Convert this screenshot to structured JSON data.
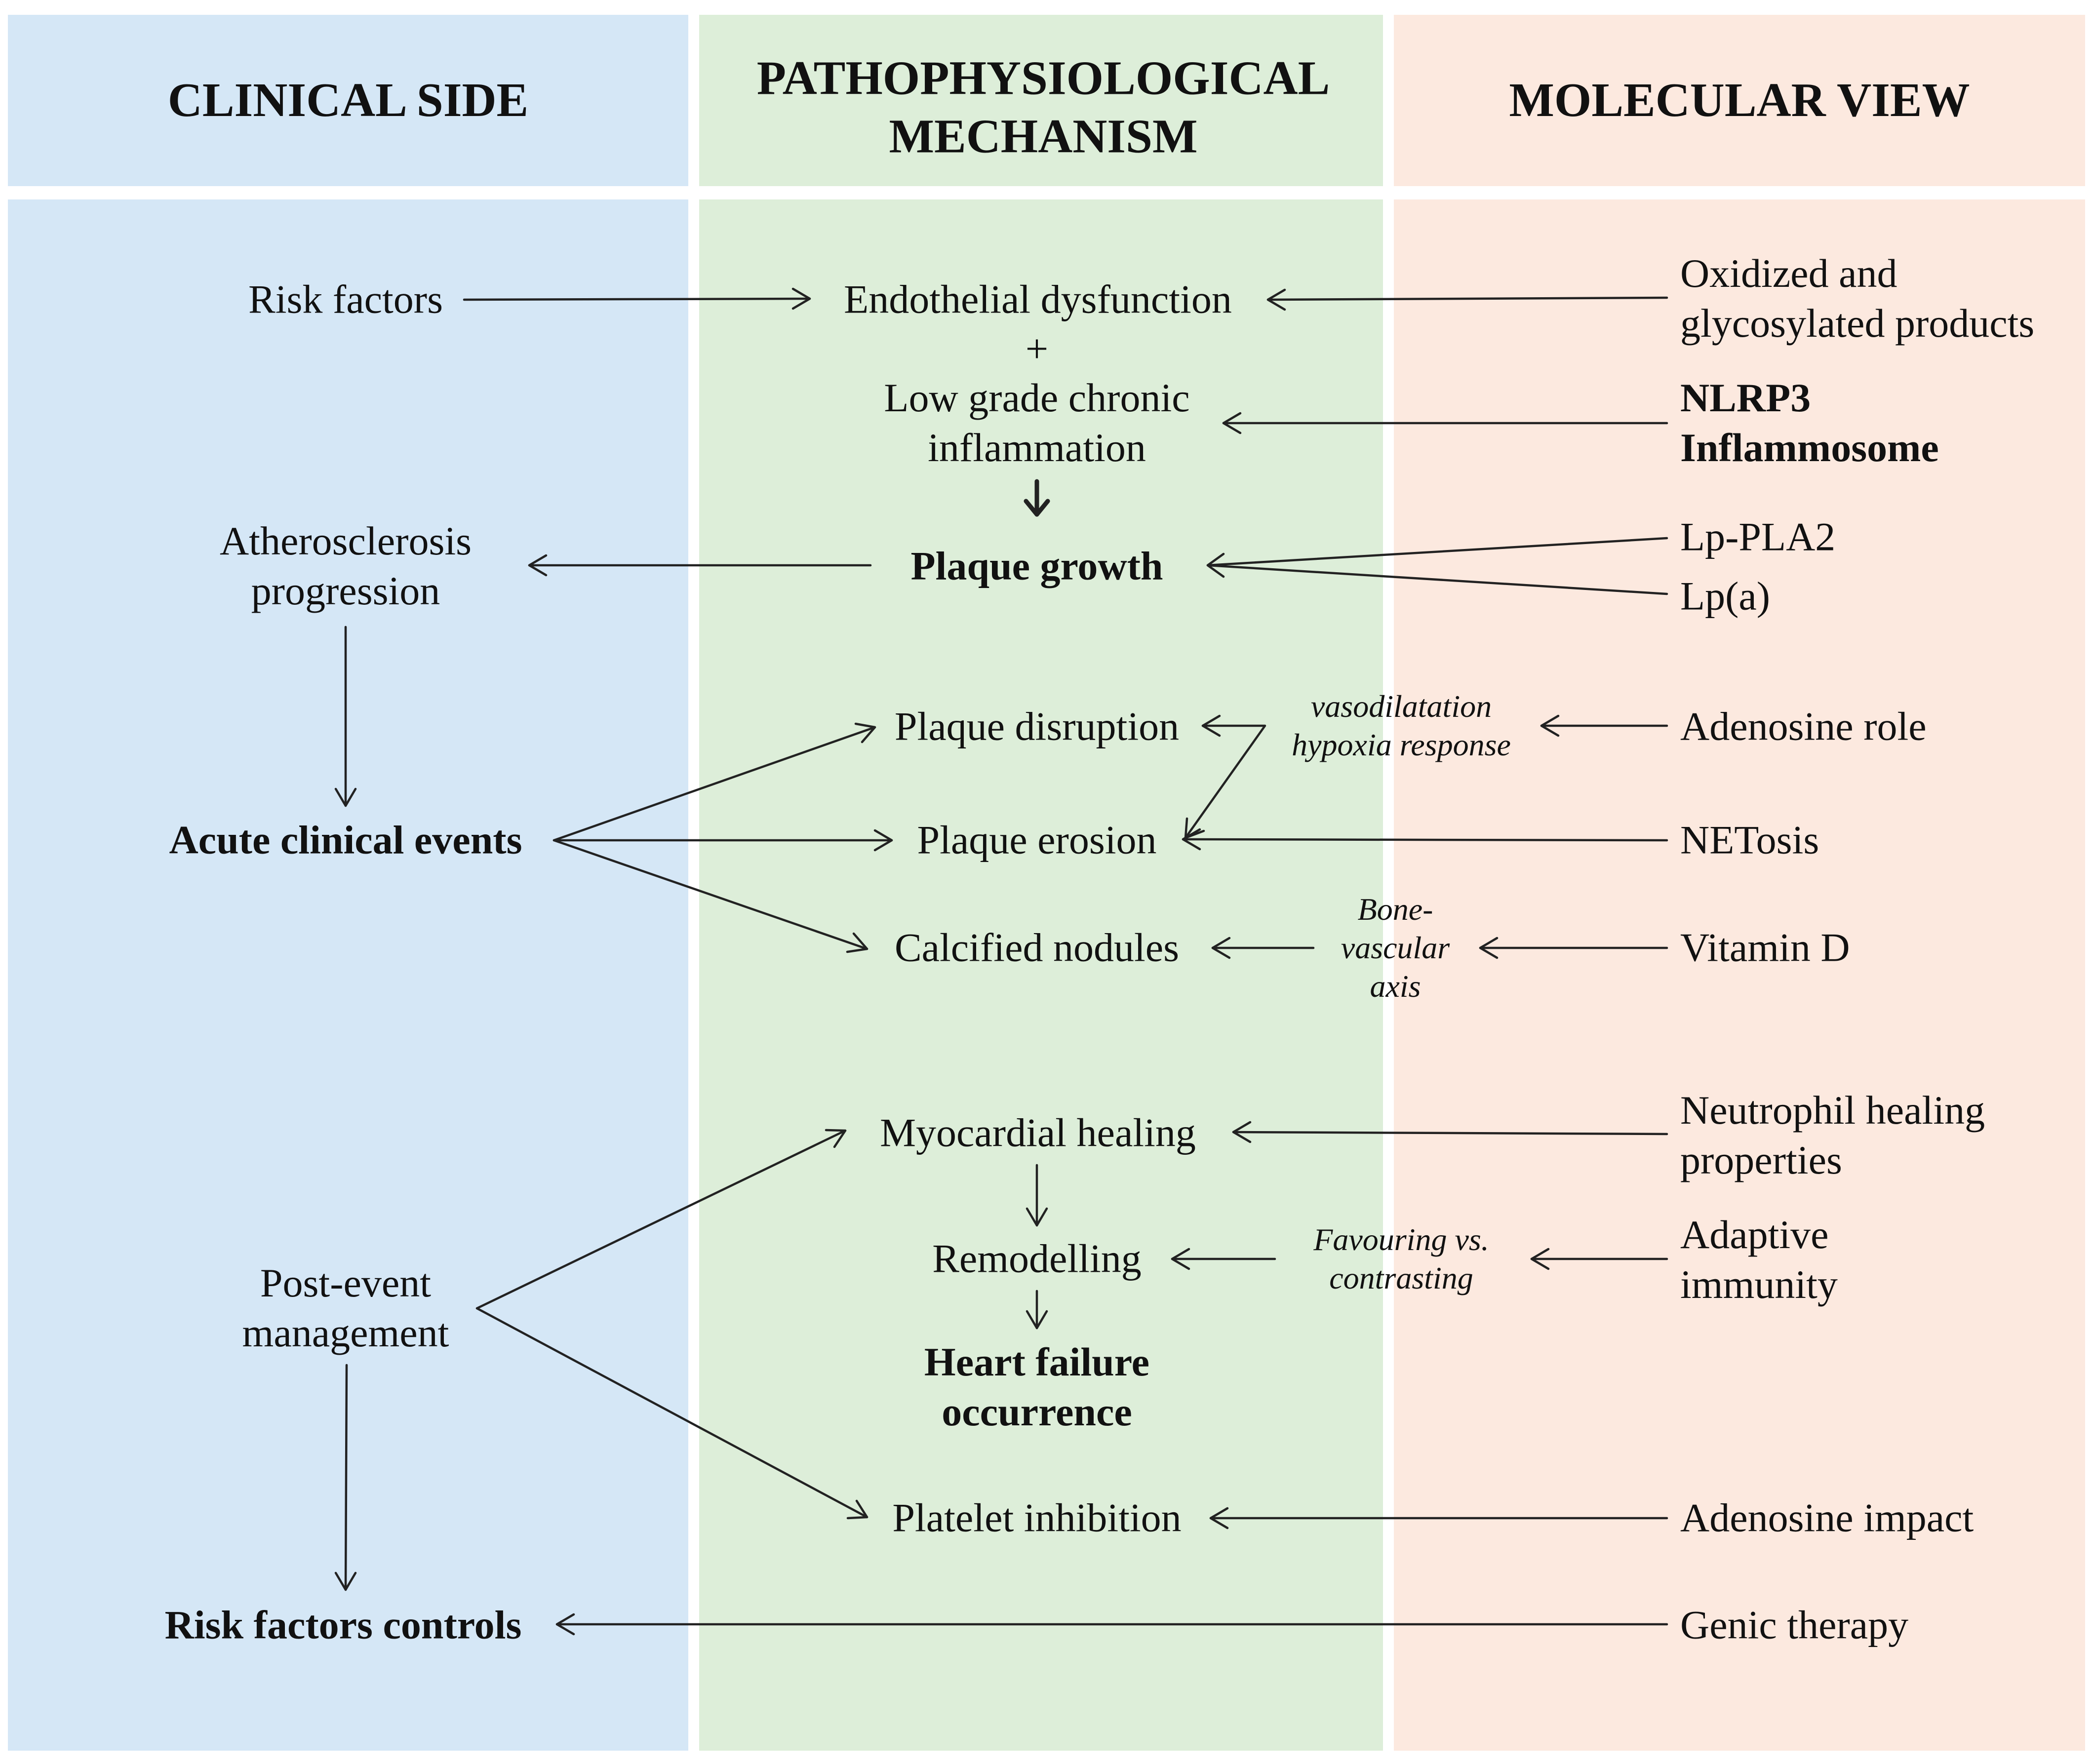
{
  "colors": {
    "clinical_bg": "#d5e7f6",
    "mechanism_bg": "#ddeed9",
    "molecular_bg": "#fce9df",
    "text": "#111111",
    "arrow": "#222222"
  },
  "headers": {
    "clinical": "CLINICAL SIDE",
    "mechanism_line1": "PATHOPHYSIOLOGICAL",
    "mechanism_line2": "MECHANISM",
    "molecular": "MOLECULAR VIEW"
  },
  "clinical": {
    "risk_factors": "Risk factors",
    "athero_line1": "Atherosclerosis",
    "athero_line2": "progression",
    "acute_events": "Acute clinical events",
    "post_event_line1": "Post-event",
    "post_event_line2": "management",
    "risk_controls": "Risk factors controls"
  },
  "mechanism": {
    "endothelial": "Endothelial dysfunction",
    "plus": "+",
    "inflammation_line1": "Low grade chronic",
    "inflammation_line2": "inflammation",
    "plaque_growth": "Plaque growth",
    "plaque_disruption": "Plaque disruption",
    "plaque_erosion": "Plaque erosion",
    "calcified_nodules": "Calcified nodules",
    "myocardial_healing": "Myocardial healing",
    "remodelling": "Remodelling",
    "heart_failure_line1": "Heart failure",
    "heart_failure_line2": "occurrence",
    "platelet_inhibition": "Platelet inhibition"
  },
  "connectors": {
    "vasodilatation": "vasodilatation",
    "hypoxia": "hypoxia response",
    "bone_line1": "Bone-",
    "bone_line2": "vascular",
    "bone_line3": "axis",
    "favouring_line1": "Favouring vs.",
    "favouring_line2": "contrasting"
  },
  "molecular": {
    "oxidized_line1": "Oxidized and",
    "oxidized_line2": "glycosylated products",
    "nlrp3_line1": "NLRP3",
    "nlrp3_line2": "Inflammosome",
    "lp_pla2": "Lp-PLA2",
    "lp_a": "Lp(a)",
    "adenosine_role": "Adenosine role",
    "netosis": "NETosis",
    "vitamin_d": "Vitamin D",
    "neutrophil_line1": "Neutrophil healing",
    "neutrophil_line2": "properties",
    "adaptive_line1": "Adaptive",
    "adaptive_line2": "immunity",
    "adenosine_impact": "Adenosine impact",
    "genic_therapy": "Genic therapy"
  }
}
